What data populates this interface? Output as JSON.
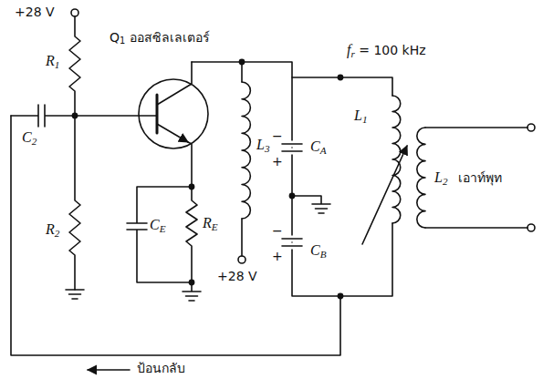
{
  "diagram": {
    "labels": [
      "+28 V",
      "R1",
      "C2",
      "Q1 ออสซิลเลเตอร์",
      "R2",
      "CE",
      "RE",
      "L3",
      "+28 V",
      "fr = 100 kHz",
      "CA",
      "CB",
      "−",
      "+",
      "−",
      "+",
      "L1",
      "L2",
      "เอาท์พุท",
      "ป้อนกลับ"
    ]
  }
}
